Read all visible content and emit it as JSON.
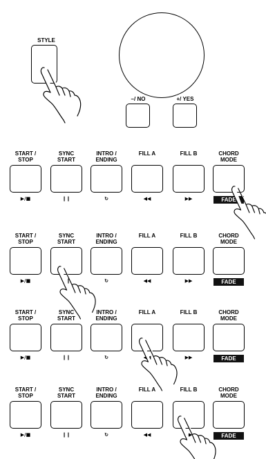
{
  "style_label": "STYLE",
  "dial_buttons": {
    "minus_label": "–/ NO",
    "plus_label": "+/ YES"
  },
  "panel": {
    "buttons": [
      {
        "label": "START /\nSTOP",
        "symbol": "▶/■"
      },
      {
        "label": "SYNC\nSTART",
        "symbol": "❙❙"
      },
      {
        "label": "INTRO /\nENDING",
        "symbol": "↻"
      },
      {
        "label": "FILL A",
        "symbol": "◀◀"
      },
      {
        "label": "FILL B",
        "symbol": "▶▶"
      },
      {
        "label": "CHORD\nMODE",
        "symbol": "FADE"
      }
    ]
  },
  "rows": [
    {
      "pressed_button": "CHORD\nMODE"
    },
    {
      "pressed_button": "SYNC\nSTART"
    },
    {
      "pressed_button": "FILL A"
    },
    {
      "pressed_button": "FILL B"
    }
  ],
  "colors": {
    "ink": "#000000",
    "fade_bg": "#111111",
    "fade_text": "#ffffff",
    "background": "#ffffff"
  }
}
